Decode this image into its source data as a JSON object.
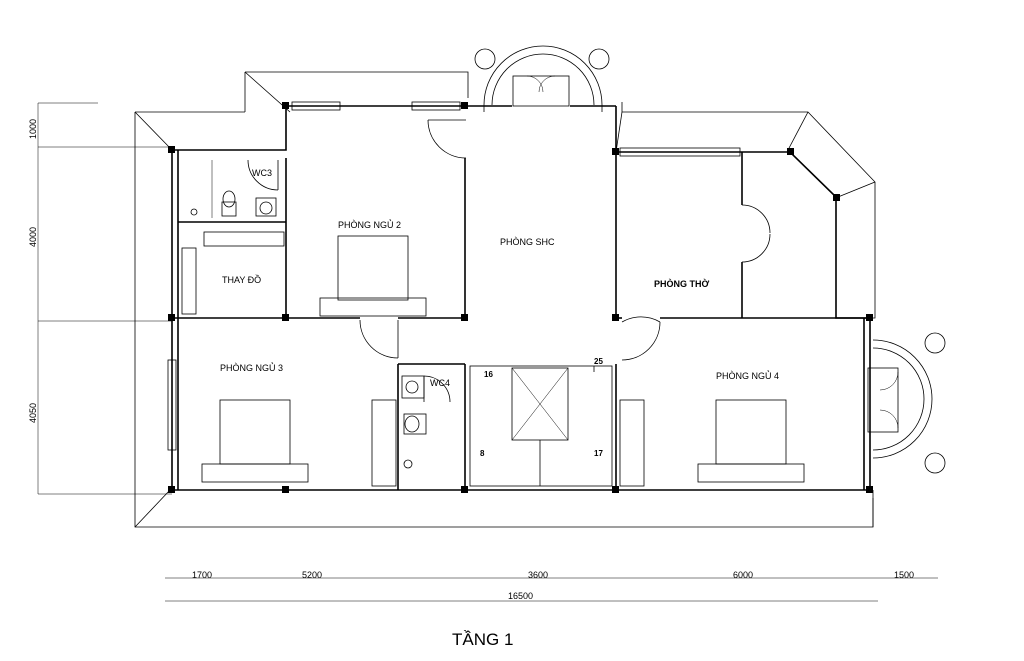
{
  "title": "TẦNG 1",
  "rooms": {
    "bedroom2": "PHÒNG NGỦ 2",
    "living": "PHÒNG SHC",
    "altar": "PHÒNG THỜ",
    "dressing": "THAY ĐỒ",
    "bedroom3": "PHÒNG NGỦ 3",
    "bedroom4": "PHÒNG NGỦ 4",
    "wc3": "WC3",
    "wc4": "WC4"
  },
  "stairs": {
    "step_top_left": "16",
    "step_top_right": "25",
    "step_bottom_left": "8",
    "step_bottom_right": "17"
  },
  "dims_bottom": [
    "1700",
    "5200",
    "3600",
    "6000",
    "1500"
  ],
  "dim_total": "16500",
  "dims_left": [
    "1000",
    "4000",
    "4050"
  ]
}
